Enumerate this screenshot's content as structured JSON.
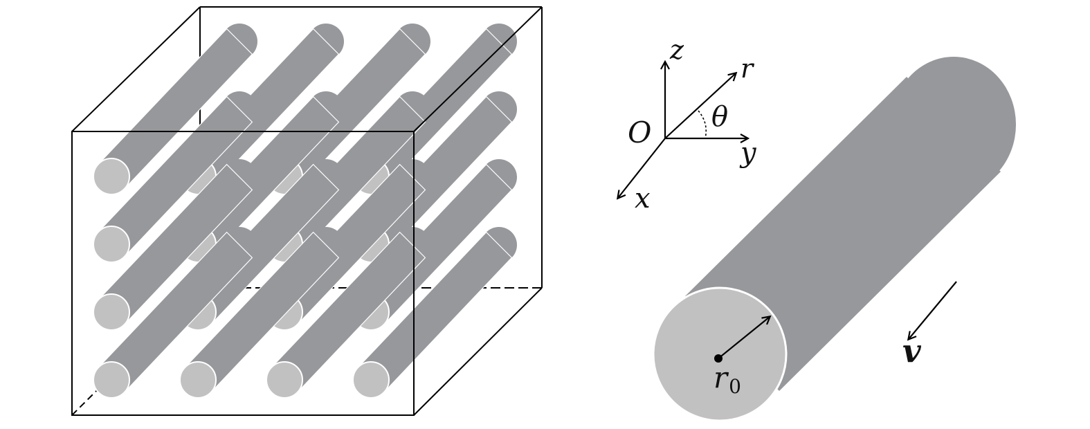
{
  "figure": {
    "colors": {
      "rod_side": "#97989b",
      "rod_end": "#c1c1c1",
      "edge": "#000000",
      "background": "#ffffff"
    },
    "array": {
      "rows": 4,
      "cols": 4
    },
    "axes": {
      "origin_label": "O",
      "x_label": "x",
      "y_label": "y",
      "z_label": "z",
      "r_label": "r",
      "theta_label": "θ"
    },
    "single_rod": {
      "radius_label": "r",
      "radius_subscript": "0",
      "velocity_label": "v"
    }
  }
}
